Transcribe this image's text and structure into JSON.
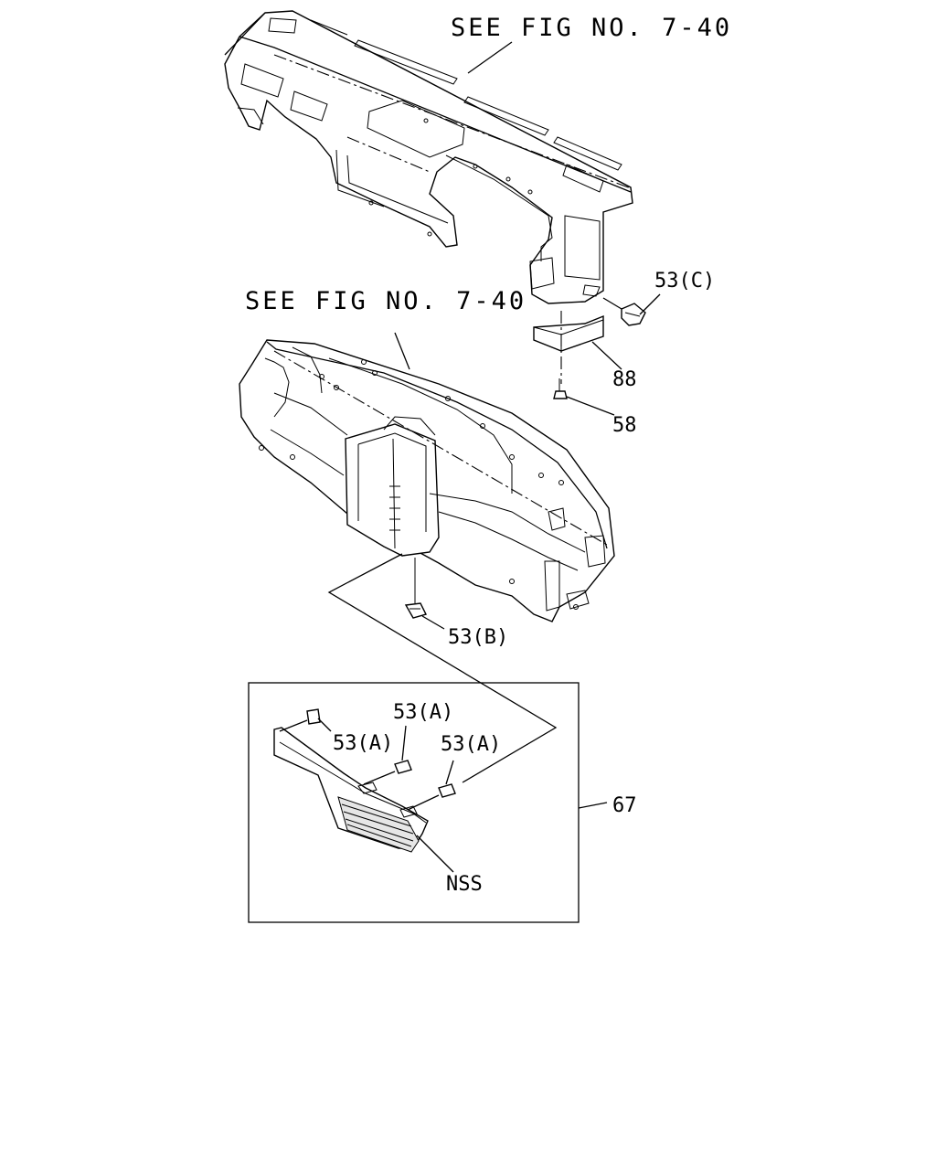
{
  "labels": {
    "ref_upper": "SEE FIG NO. 7-40",
    "ref_lower": "SEE FIG NO. 7-40",
    "clip_c": "53(C)",
    "bracket": "88",
    "screw": "58",
    "clip_b": "53(B)",
    "clip_a_1": "53(A)",
    "clip_a_2": "53(A)",
    "clip_a_3": "53(A)",
    "assembly": "67",
    "not_serviced": "NSS"
  }
}
